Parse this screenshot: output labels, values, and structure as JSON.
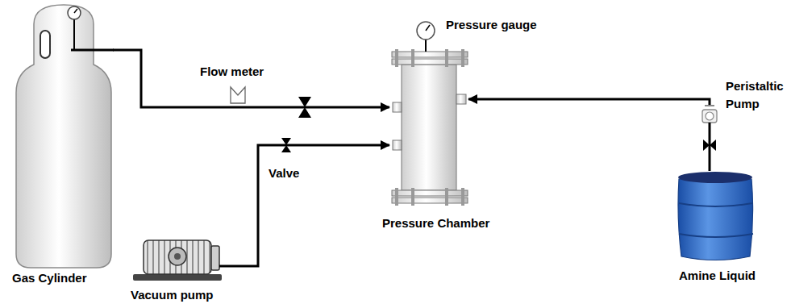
{
  "diagram": {
    "nodes": [
      {
        "text": [
          "Gas Cylinder"
        ]
      },
      {
        "text": [
          "Vacuum pump"
        ]
      },
      {
        "text": [
          "Pressure Chamber"
        ]
      },
      {
        "text": [
          "Peristaltic Pump"
        ]
      },
      {
        "text": [
          "Amine Liquid"
        ]
      }
    ],
    "edges": [
      {
        "from": 0,
        "to": 2,
        "arrow": "to"
      },
      {
        "from": 1,
        "to": 2,
        "arrow": "to"
      },
      {
        "from": 4,
        "to": 3,
        "arrow": "none"
      },
      {
        "from": 3,
        "to": 2,
        "arrow": "to"
      }
    ],
    "labels": [
      "Pressure gauge",
      "Flow meter",
      "Valve"
    ]
  }
}
